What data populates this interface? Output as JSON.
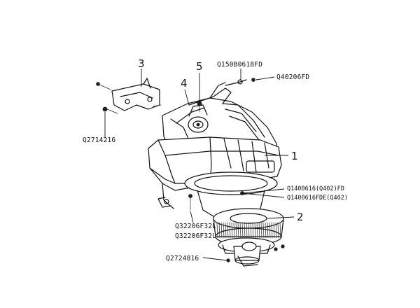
{
  "callouts": {
    "c1": "1",
    "c2": "2",
    "c3": "3",
    "c4": "4",
    "c5": "5"
  },
  "parts": {
    "p_top_center": "Q150B0618FD",
    "p_top_right": "Q40206FD",
    "p_left": "Q2714216",
    "p_right_1": "Q1400616(Q402)FD",
    "p_right_2": "Q1400616FDE(Q402)",
    "p_bottom_1": "Q32206F32L",
    "p_bottom_2": "Q32206F32L",
    "p_bottom_left": "Q2724816"
  }
}
